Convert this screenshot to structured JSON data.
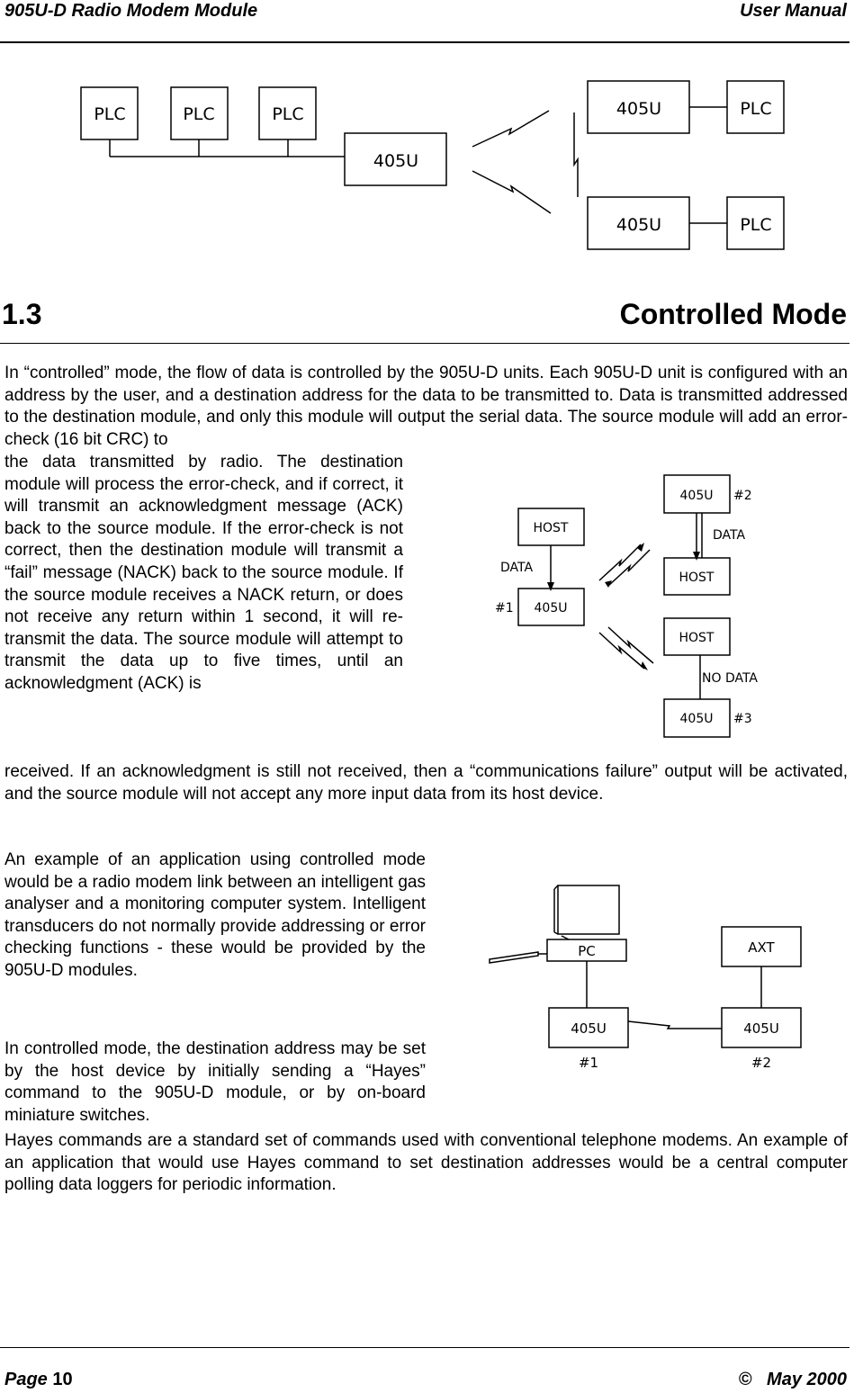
{
  "header": {
    "left": "905U-D Radio Modem  Module",
    "right": "User Manual"
  },
  "figure1": {
    "plc_labels": [
      "PLC",
      "PLC",
      "PLC"
    ],
    "modem_label": "405U",
    "remote": [
      {
        "modem": "405U",
        "plc": "PLC"
      },
      {
        "modem": "405U",
        "plc": "PLC"
      }
    ]
  },
  "section": {
    "number": "1.3",
    "title": "Controlled Mode"
  },
  "paragraphs": {
    "p1_full": "In “controlled”  mode,  the flow of data is controlled by the 905U-D units.  Each 905U-D unit is configured with an address by the user,  and a destination address for the data to be transmitted to.  Data is transmitted addressed to the destination module,  and only this module will output the serial data.  The source module will add an error-check (16 bit CRC) to",
    "p1_narrow": "the data transmitted by radio.  The destination module will process the error-check,  and if correct, it will transmit an acknowledgment message (ACK) back to the source module.  If the error-check is not correct,  then the destination module will transmit a “fail” message (NACK) back to the source module.  If the source module receives a NACK return,  or does not receive any return within 1 second,  it will re-transmit the data.  The source module will attempt to transmit the data up to five times,  until an acknowledgment (ACK) is",
    "p1_rest": "received.  If an acknowledgment is still not received,  then a “communications failure” output will be activated,  and the source module will not  accept any more input data from its host device.",
    "p2": "An example of an application using controlled mode would be a radio modem link between an intelligent gas analyser and a monitoring computer system.  Intelligent transducers do not normally provide addressing or error checking functions  -  these would be provided by  the 905U-D modules.",
    "p3_narrow": "In controlled mode,  the destination address may be set by the host device by initially sending a “Hayes” command to the  905U-D module, or by on-board miniature switches.",
    "p3_rest": "Hayes commands are a standard set of commands used with conventional telephone modems.  An example of an application that would use Hayes command to set destination addresses would be a central computer polling data loggers for periodic information."
  },
  "figure2": {
    "host1": "HOST",
    "data1": "DATA",
    "id1": "#1",
    "modem1": "405U",
    "modem2": "405U",
    "id2": "#2",
    "data2": "DATA",
    "host2": "HOST",
    "host3": "HOST",
    "nodata": "NO DATA",
    "modem3": "405U",
    "id3": "#3"
  },
  "figure3": {
    "pc": "PC",
    "axt": "AXT",
    "modem1": "405U",
    "modem2": "405U",
    "id1": "#1",
    "id2": "#2"
  },
  "footer": {
    "page_label": "Page",
    "page_number": "10",
    "copyright_symbol": "©",
    "date": "May 2000"
  }
}
